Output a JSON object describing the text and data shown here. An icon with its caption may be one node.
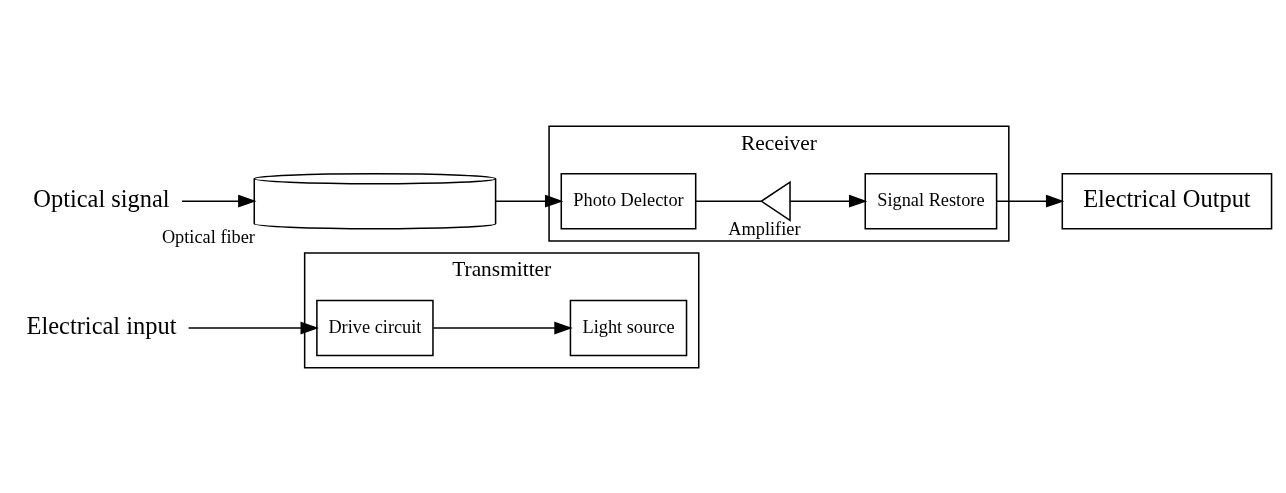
{
  "diagram": {
    "nodes": [
      {
        "text": [
          "Electrical input"
        ]
      },
      {
        "text": [
          "Transmitter"
        ]
      },
      {
        "text": [
          "Drive circuit"
        ],
        "in": 1
      },
      {
        "text": [
          "Light source"
        ],
        "in": 1
      },
      {
        "text": [
          "Optical signal"
        ]
      },
      {
        "text": [],
        "shape": "cylinder",
        "beside": [
          "Optical fiber"
        ]
      },
      {
        "text": [
          "Receiver"
        ]
      },
      {
        "text": [
          "Photo Delector"
        ],
        "in": 6
      },
      {
        "text": [],
        "shape": "triangle",
        "beside": [
          "Amplifier"
        ],
        "in": 6
      },
      {
        "text": [
          "Signal Restore"
        ],
        "in": 6
      },
      {
        "text": [
          "Electrical Output"
        ]
      }
    ],
    "edges": [
      {
        "from": 0,
        "to": 2,
        "arrow": "to"
      },
      {
        "from": 2,
        "to": 3,
        "arrow": "to"
      },
      {
        "from": 4,
        "to": 5,
        "arrow": "to"
      },
      {
        "from": 5,
        "to": 7,
        "arrow": "to"
      },
      {
        "from": 7,
        "to": 8,
        "arrow": "none"
      },
      {
        "from": 8,
        "to": 9,
        "arrow": "to"
      },
      {
        "from": 9,
        "to": 10,
        "arrow": "to"
      }
    ]
  }
}
